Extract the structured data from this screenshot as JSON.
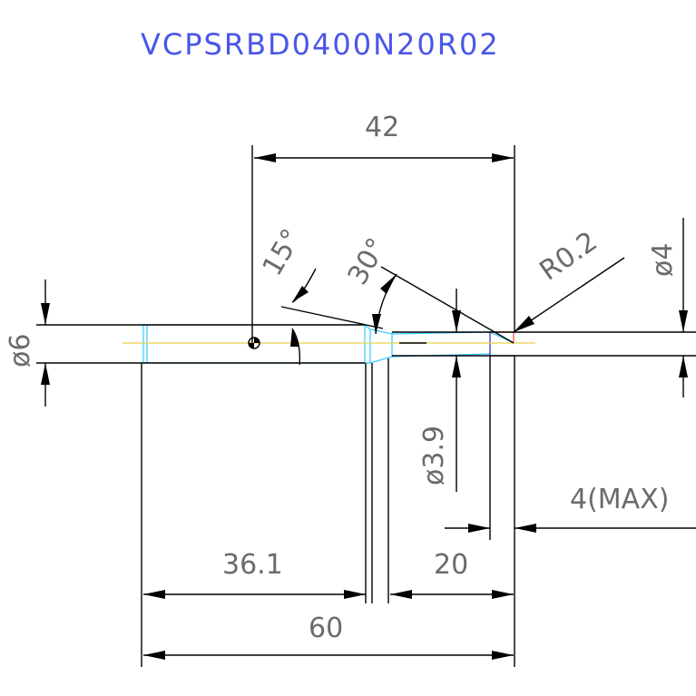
{
  "title": "VCPSRBD0400N20R02",
  "dimensions": {
    "overall_length": "42",
    "total_length": "60",
    "shank_length": "36.1",
    "neck_length": "20",
    "max_depth": "4(MAX)",
    "shank_diameter": "ø6",
    "head_diameter": "ø4",
    "neck_diameter": "ø3.9",
    "corner_radius": "R0.2",
    "taper_angle": "15°",
    "neck_angle": "30°"
  },
  "colors": {
    "title": "#4a56e8",
    "outline": "#000000",
    "tool_body": "#33ccff",
    "centerline": "#e6d24a",
    "cutting_edge": "#3333cc",
    "radius_mark": "#ff4444"
  }
}
